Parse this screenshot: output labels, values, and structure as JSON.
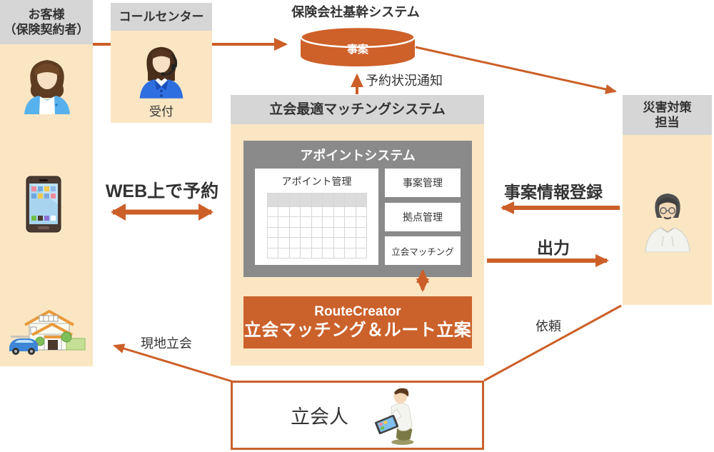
{
  "colors": {
    "orange": "#CC5F28",
    "route_orange": "#CB612B",
    "cream": "#FAE6C3",
    "header_gray": "#D6D6D6",
    "panel_dark_gray": "#8A8A8A",
    "text": "#333333"
  },
  "customer": {
    "title_line1": "お客様",
    "title_line2": "（保険契約者）"
  },
  "call_center": {
    "title": "コールセンター",
    "caption": "受付"
  },
  "core_system": {
    "title": "保険会社基幹システム",
    "database_label": "事案"
  },
  "disaster": {
    "title_line1": "災害対策",
    "title_line2": "担当"
  },
  "matching_system": {
    "title": "立会最適マッチングシステム",
    "appointment_system": {
      "title": "アポイントシステム",
      "panel_title": "アポイント管理",
      "grid": {
        "rows": 6,
        "cols": 9
      },
      "buttons": [
        "事案管理",
        "拠点管理",
        "立会マッチング"
      ]
    },
    "route_creator": {
      "brand": "RouteCreator",
      "subtitle": "立会マッチング＆ルート立案"
    }
  },
  "witness": {
    "title": "立会人"
  },
  "labels": {
    "web_reserve": "WEB上で予約",
    "notify": "予約状況通知",
    "case_register": "事案情報登録",
    "output": "出力",
    "request": "依頼",
    "onsite": "現地立会"
  }
}
